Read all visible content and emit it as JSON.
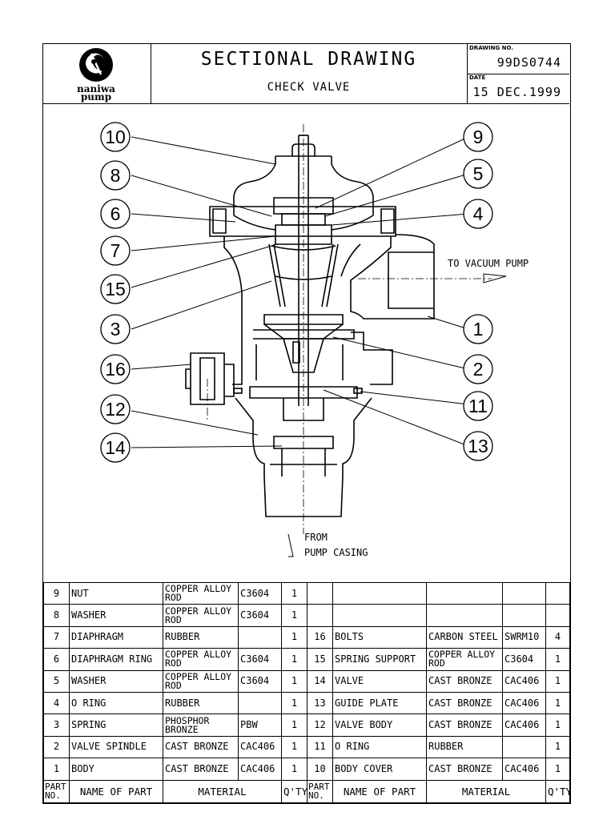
{
  "logo": {
    "text_line1": "naniwa",
    "text_line2": "pump"
  },
  "title": "SECTIONAL DRAWING",
  "subtitle": "CHECK VALVE",
  "drawing_no": {
    "label": "DRAWING NO.",
    "value": "99DS0744"
  },
  "date": {
    "label": "DATE",
    "value": "15 DEC.1999"
  },
  "balloons": {
    "b10": "10",
    "b8": "8",
    "b6": "6",
    "b7": "7",
    "b15": "15",
    "b3": "3",
    "b16": "16",
    "b12": "12",
    "b14": "14",
    "b9": "9",
    "b5": "5",
    "b4": "4",
    "b1": "1",
    "b2": "2",
    "b11": "11",
    "b13": "13"
  },
  "notes": {
    "to_vacuum_pump": "TO VACUUM PUMP",
    "from_line1": "FROM",
    "from_line2": "PUMP CASING"
  },
  "parts": [
    {
      "no": "9",
      "name": "NUT",
      "material": "COPPER ALLOY ROD",
      "spec": "C3604",
      "qty": "1",
      "no2": "",
      "name2": "",
      "material2": "",
      "spec2": "",
      "qty2": ""
    },
    {
      "no": "8",
      "name": "WASHER",
      "material": "COPPER ALLOY ROD",
      "spec": "C3604",
      "qty": "1",
      "no2": "",
      "name2": "",
      "material2": "",
      "spec2": "",
      "qty2": ""
    },
    {
      "no": "7",
      "name": "DIAPHRAGM",
      "material": "RUBBER",
      "spec": "",
      "qty": "1",
      "no2": "16",
      "name2": "BOLTS",
      "material2": "CARBON STEEL",
      "spec2": "SWRM10",
      "qty2": "4"
    },
    {
      "no": "6",
      "name": "DIAPHRAGM RING",
      "material": "COPPER ALLOY ROD",
      "spec": "C3604",
      "qty": "1",
      "no2": "15",
      "name2": "SPRING SUPPORT",
      "material2": "COPPER ALLOY ROD",
      "spec2": "C3604",
      "qty2": "1"
    },
    {
      "no": "5",
      "name": "WASHER",
      "material": "COPPER ALLOY ROD",
      "spec": "C3604",
      "qty": "1",
      "no2": "14",
      "name2": "VALVE",
      "material2": "CAST BRONZE",
      "spec2": "CAC406",
      "qty2": "1"
    },
    {
      "no": "4",
      "name": "O RING",
      "material": "RUBBER",
      "spec": "",
      "qty": "1",
      "no2": "13",
      "name2": "GUIDE PLATE",
      "material2": "CAST BRONZE",
      "spec2": "CAC406",
      "qty2": "1"
    },
    {
      "no": "3",
      "name": "SPRING",
      "material": "PHOSPHOR BRONZE",
      "spec": "PBW",
      "qty": "1",
      "no2": "12",
      "name2": "VALVE BODY",
      "material2": "CAST BRONZE",
      "spec2": "CAC406",
      "qty2": "1"
    },
    {
      "no": "2",
      "name": "VALVE SPINDLE",
      "material": "CAST BRONZE",
      "spec": "CAC406",
      "qty": "1",
      "no2": "11",
      "name2": "O RING",
      "material2": "RUBBER",
      "spec2": "",
      "qty2": "1"
    },
    {
      "no": "1",
      "name": "BODY",
      "material": "CAST BRONZE",
      "spec": "CAC406",
      "qty": "1",
      "no2": "10",
      "name2": "BODY COVER",
      "material2": "CAST BRONZE",
      "spec2": "CAC406",
      "qty2": "1"
    }
  ],
  "table_header": {
    "part_no": "PART NO.",
    "name_of_part": "NAME OF PART",
    "material": "MATERIAL",
    "qty": "Q'TY"
  }
}
